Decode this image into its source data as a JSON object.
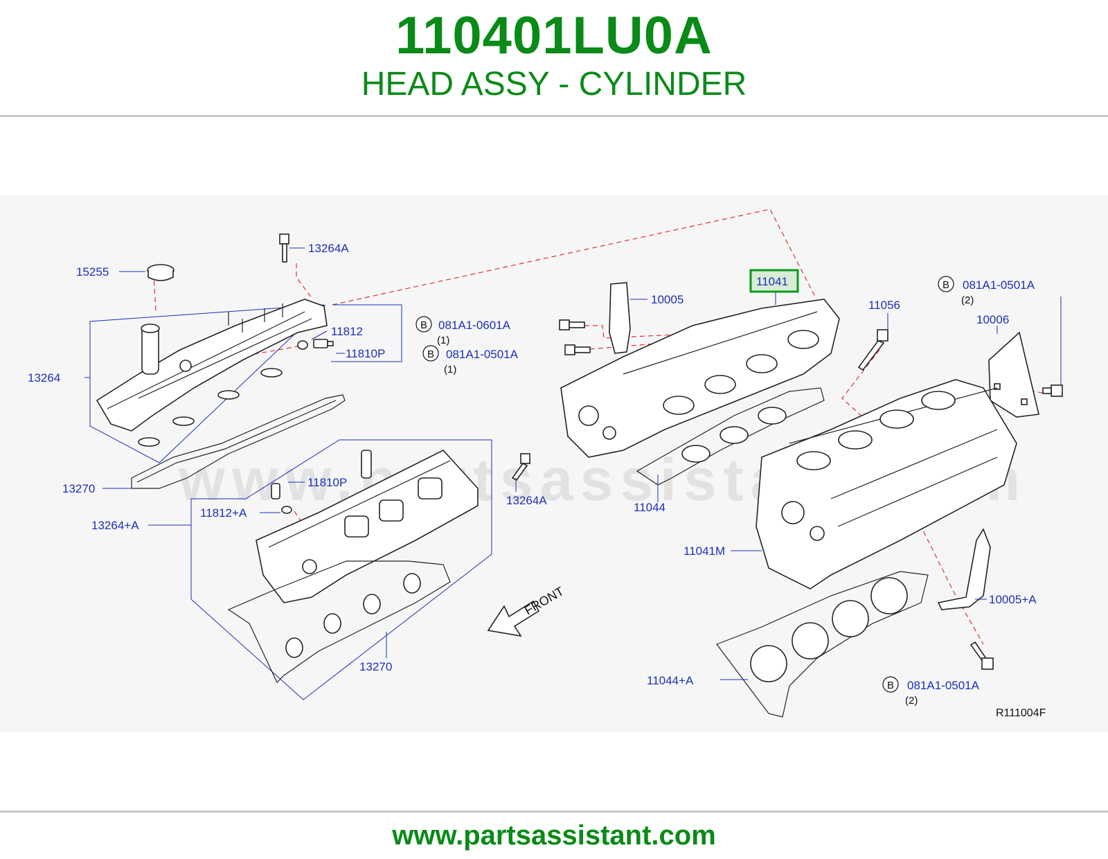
{
  "header": {
    "part_number": "110401LU0A",
    "title": "HEAD ASSY - CYLINDER"
  },
  "footer": {
    "url": "www.partsassistant.com"
  },
  "diagram": {
    "watermark": "www.partsassistant.com",
    "reference_code": "R111004F",
    "front_label": "FRONT",
    "highlight_color": "#0a9a17",
    "label_color": "#1a2fb8",
    "callouts": {
      "p15255": "15255",
      "p13264A_top": "13264A",
      "p13264": "13264",
      "p11812": "11812",
      "p11810P_top": "11810P",
      "p13270_left": "13270",
      "p11810P_mid": "11810P",
      "p11812A": "11812+A",
      "p13264PA": "13264+A",
      "p13264A_mid": "13264A",
      "p13270_bottom": "13270",
      "p10005": "10005",
      "p11041": "11041",
      "p11056": "11056",
      "p10006": "10006",
      "p11044": "11044",
      "p11041M": "11041M",
      "p10005A": "10005+A",
      "p11044A": "11044+A"
    },
    "bolts": [
      {
        "code": "081A1-0601A",
        "qty": "(1)",
        "badge": "B"
      },
      {
        "code": "081A1-0501A",
        "qty": "(1)",
        "badge": "B"
      },
      {
        "code": "081A1-0501A",
        "qty": "(2)",
        "badge": "B"
      },
      {
        "code": "081A1-0501A",
        "qty": "(2)",
        "badge": "B"
      }
    ]
  }
}
